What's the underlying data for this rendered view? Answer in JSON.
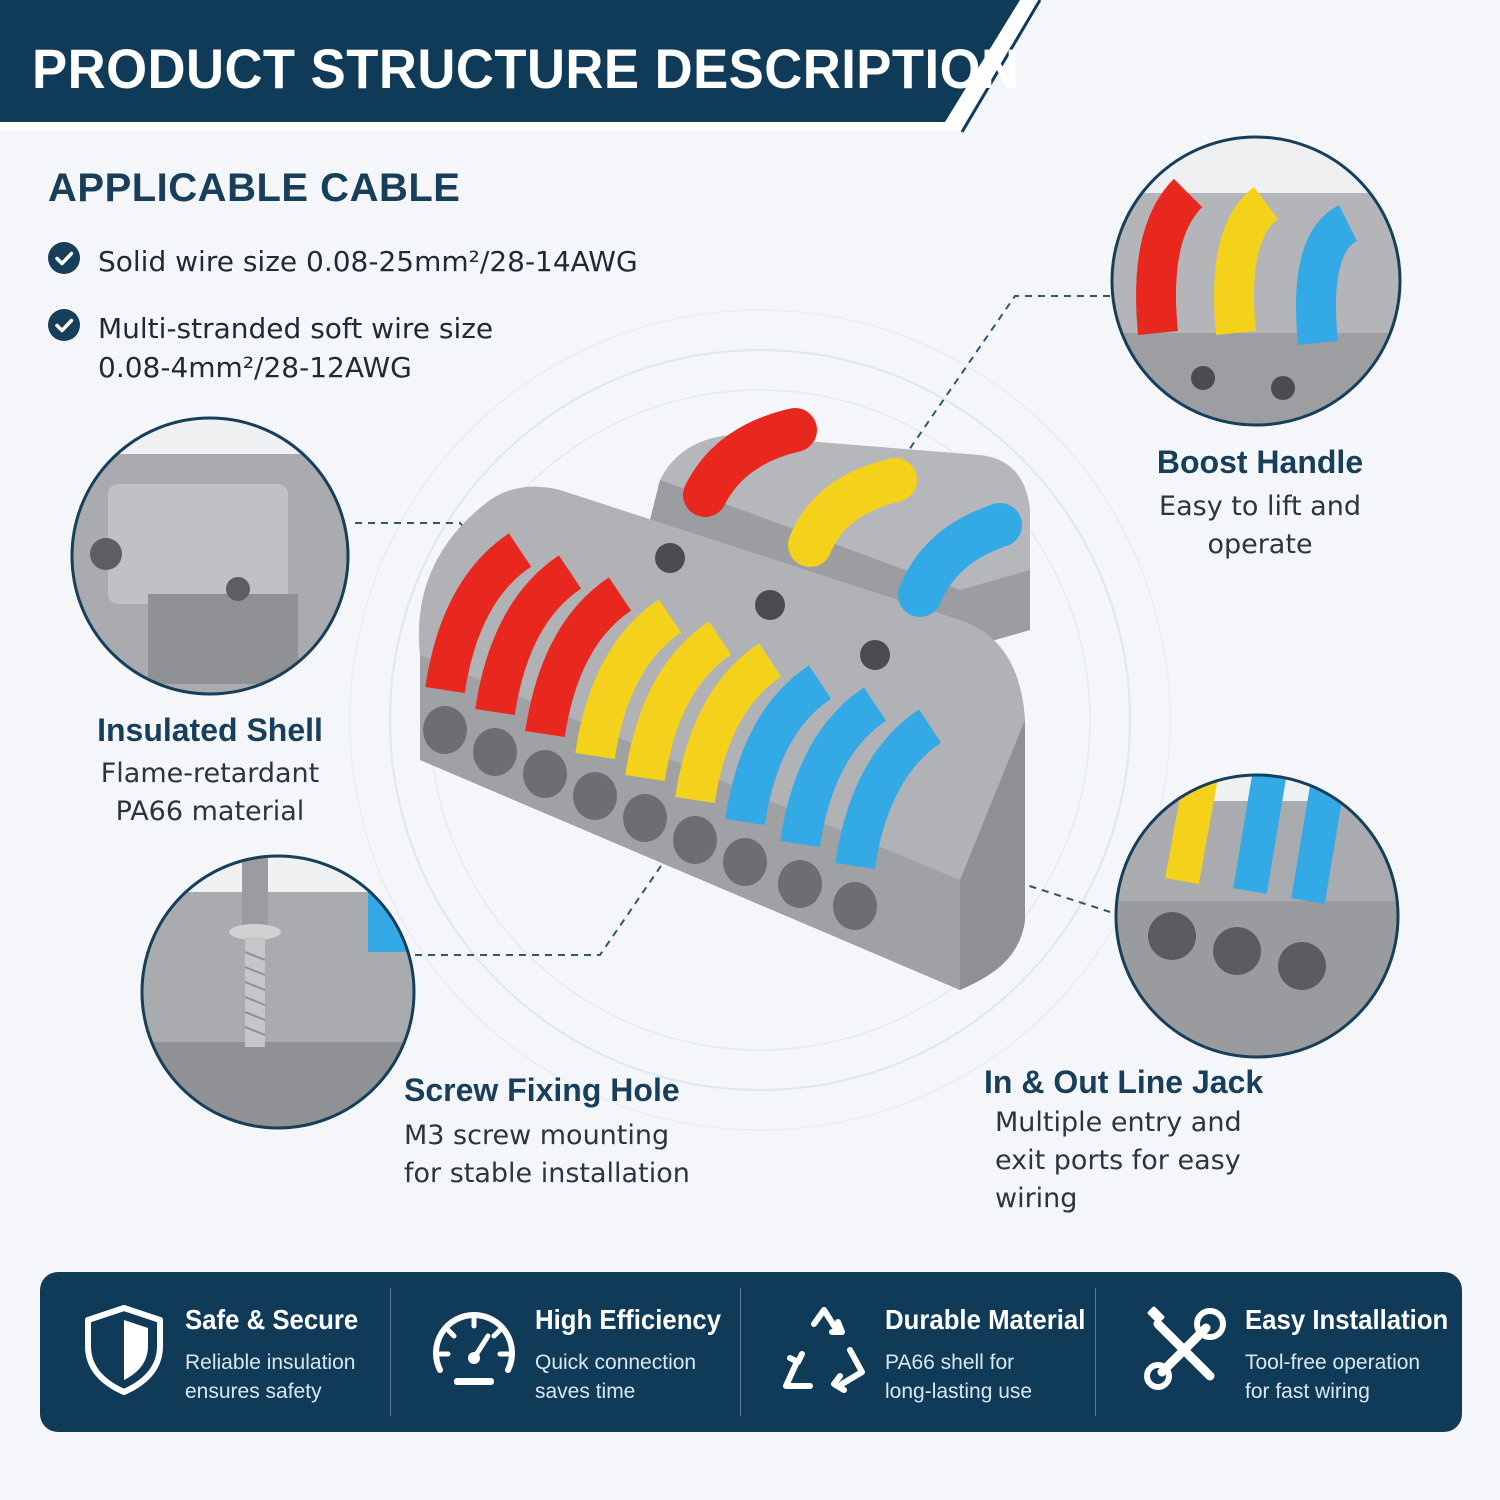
{
  "header": {
    "title": "PRODUCT STRUCTURE DESCRIPTION"
  },
  "cable": {
    "title": "APPLICABLE CABLE",
    "specs": [
      {
        "text": "Solid wire size 0.08-25mm²/28-14AWG"
      },
      {
        "text": "Multi-stranded soft wire size\n0.08-4mm²/28-12AWG"
      }
    ]
  },
  "labels": {
    "boost": {
      "title": "Boost Handle",
      "desc": "Easy to lift and\noperate"
    },
    "shell": {
      "title": "Insulated Shell",
      "desc": "Flame-retardant\nPA66 material"
    },
    "screw": {
      "title": "Screw Fixing Hole",
      "desc": "M3 screw mounting\nfor stable installation"
    },
    "jack": {
      "title": "In & Out Line Jack",
      "desc": "Multiple entry and\nexit ports for easy\nwiring"
    }
  },
  "features": [
    {
      "icon": "shield-icon",
      "title": "Safe & Secure",
      "desc": "Reliable insulation\nensures safety"
    },
    {
      "icon": "speedometer-icon",
      "title": "High Efficiency",
      "desc": "Quick connection\nsaves time"
    },
    {
      "icon": "recycle-icon",
      "title": "Durable Material",
      "desc": "PA66 shell for\nlong-lasting use"
    },
    {
      "icon": "tools-icon",
      "title": "Easy Installation",
      "desc": "Tool-free operation\nfor fast wiring"
    }
  ],
  "colors": {
    "navy": "#0f3b58",
    "heading": "#173e5a",
    "shell_gray": "#a6a8ab",
    "lever_red": "#e8281e",
    "lever_yellow": "#f4d21c",
    "lever_blue": "#33a9e6"
  }
}
